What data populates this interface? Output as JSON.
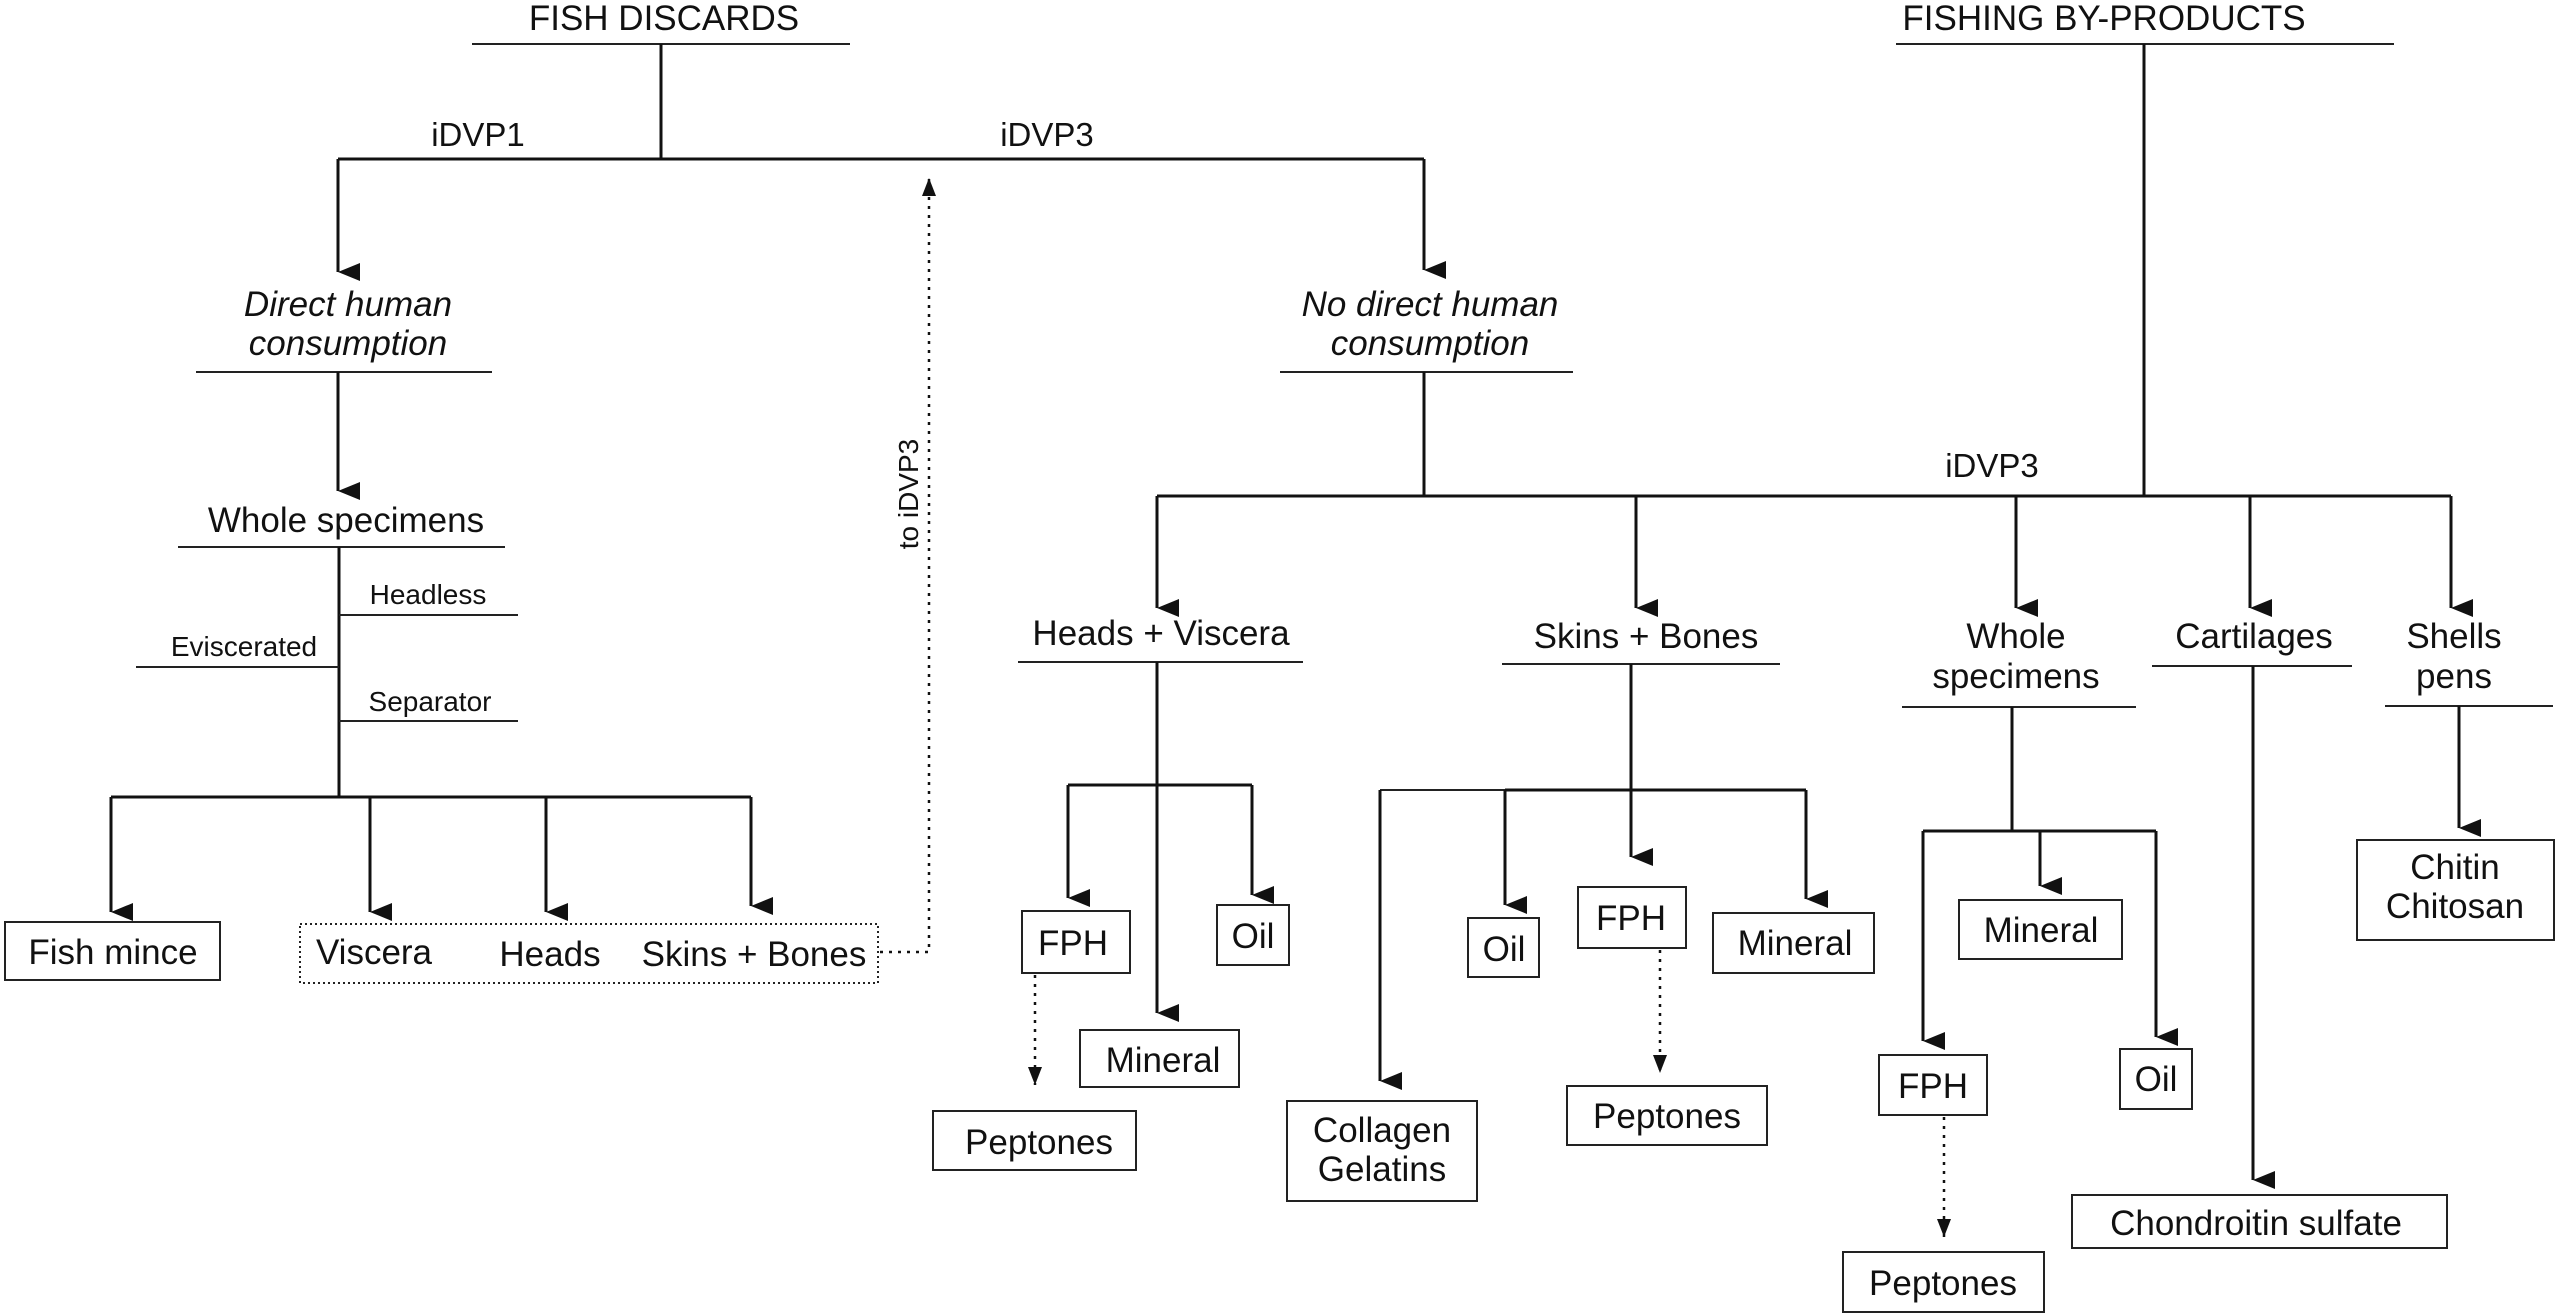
{
  "headers": {
    "fish_discards": "FISH DISCARDS",
    "fishing_byproducts": "FISHING BY-PRODUCTS"
  },
  "paths": {
    "idvp1": "iDVP1",
    "idvp3_top": "iDVP3",
    "idvp3_right": "iDVP3",
    "to_idvp3": "to iDVP3"
  },
  "left": {
    "direct": [
      "Direct human",
      "consumption"
    ],
    "whole": "Whole specimens",
    "headless": "Headless",
    "eviscerated": "Eviscerated",
    "separator": "Separator",
    "fish_mince": "Fish mince",
    "viscera": "Viscera",
    "heads": "Heads",
    "skins_bones": "Skins + Bones"
  },
  "no_direct": [
    "No direct human",
    "consumption"
  ],
  "heads_viscera": {
    "title": "Heads + Viscera",
    "fph": "FPH",
    "oil": "Oil",
    "mineral": "Mineral",
    "peptones": "Peptones"
  },
  "skins_bones": {
    "title": "Skins + Bones",
    "oil": "Oil",
    "fph": "FPH",
    "mineral": "Mineral",
    "peptones": "Peptones",
    "collagen": [
      "Collagen",
      "Gelatins"
    ]
  },
  "whole_specimens": {
    "title": [
      "Whole",
      "specimens"
    ],
    "mineral": "Mineral",
    "fph": "FPH",
    "oil": "Oil",
    "peptones": "Peptones"
  },
  "cartilages": {
    "title": "Cartilages",
    "product": "Chondroitin sulfate"
  },
  "shells": {
    "title": [
      "Shells",
      "pens"
    ],
    "product": [
      "Chitin",
      "Chitosan"
    ]
  }
}
